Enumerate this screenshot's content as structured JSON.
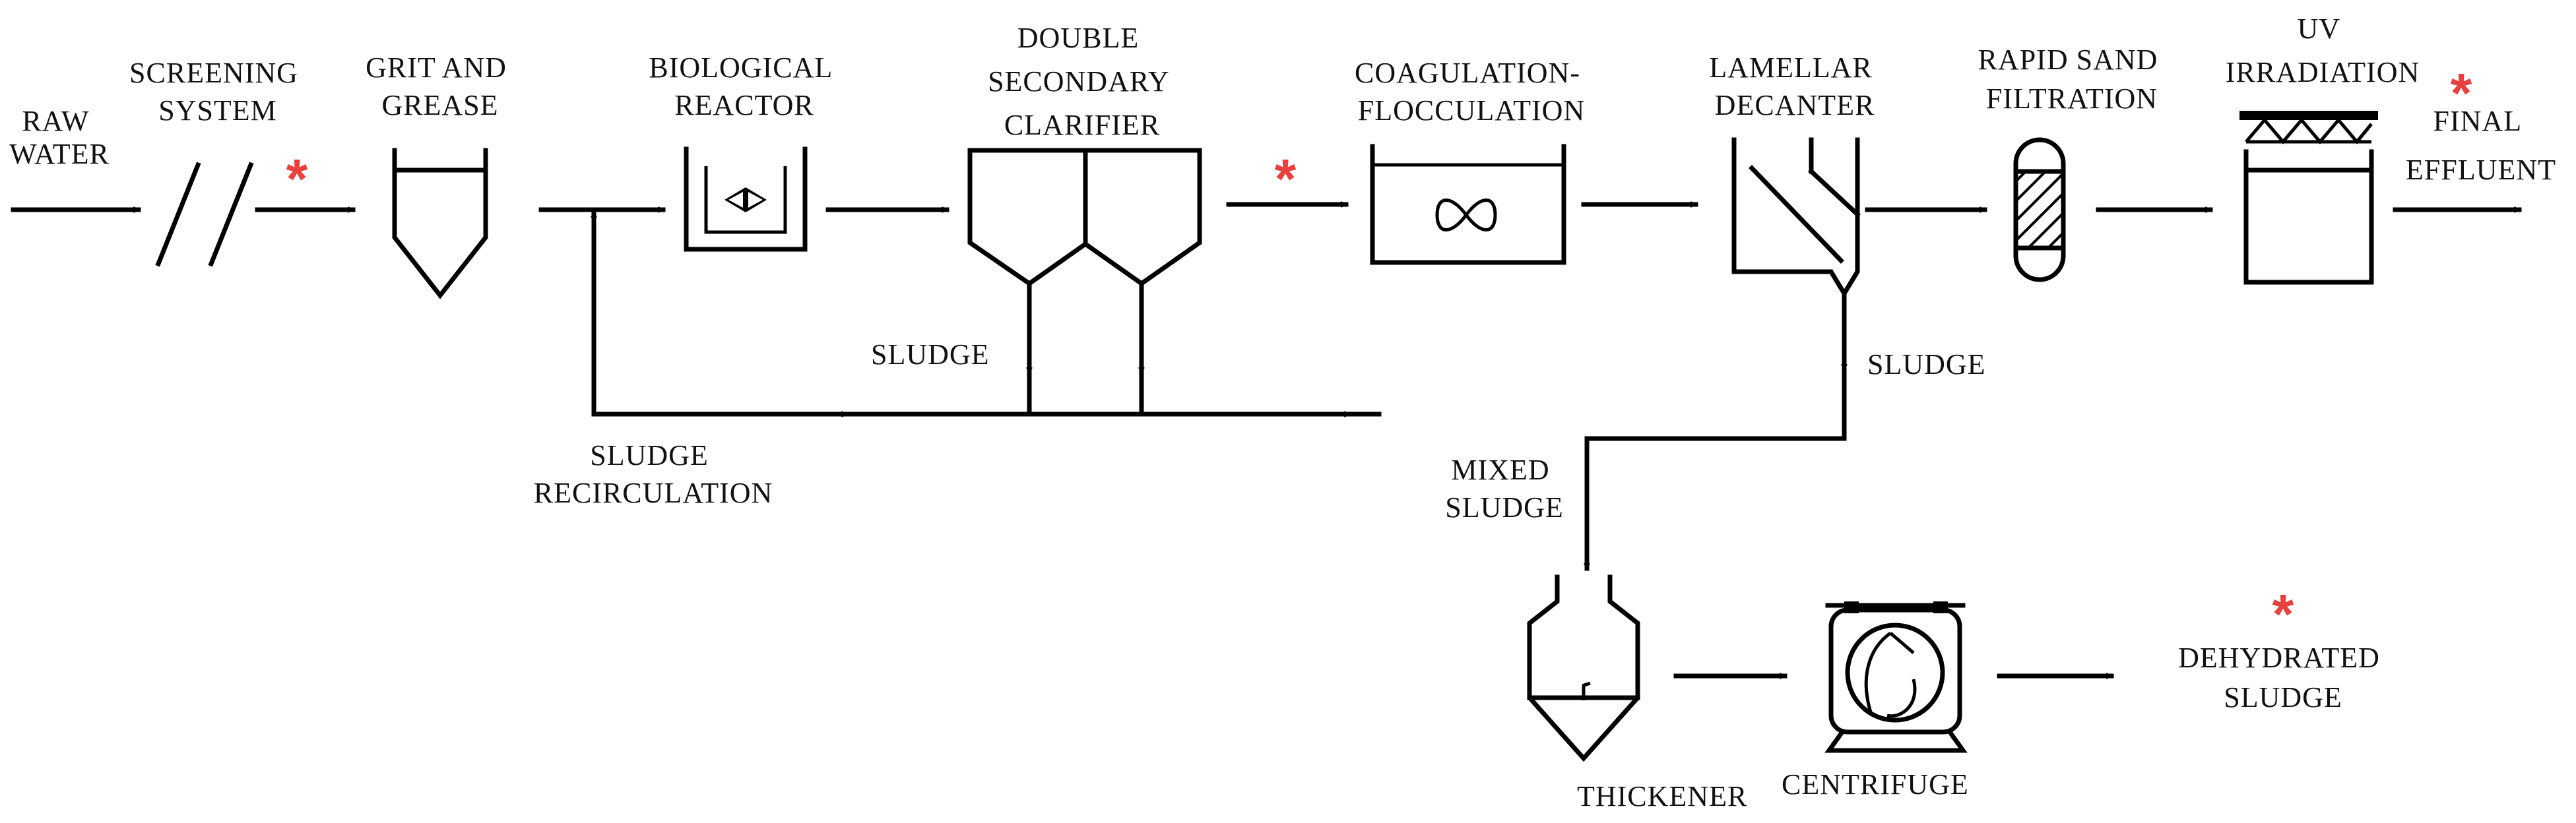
{
  "labels": {
    "raw_water": [
      "RAW",
      "WATER"
    ],
    "screening": [
      "SCREENING",
      "SYSTEM"
    ],
    "grit": [
      "GRIT AND",
      "GREASE"
    ],
    "bio": [
      "BIOLOGICAL",
      "REACTOR"
    ],
    "clarifier": [
      "DOUBLE",
      "SECONDARY",
      "CLARIFIER"
    ],
    "coag": [
      "COAGULATION-",
      "FLOCCULATION"
    ],
    "lamellar": [
      "LAMELLAR",
      "DECANTER"
    ],
    "sand": [
      "RAPID SAND",
      "FILTRATION"
    ],
    "uv": [
      "UV",
      "IRRADIATION"
    ],
    "final": [
      "FINAL",
      "EFFLUENT"
    ],
    "sludge_left": "SLUDGE",
    "sludge_right": "SLUDGE",
    "recirc": [
      "SLUDGE",
      "RECIRCULATION"
    ],
    "mixed": [
      "MIXED",
      "SLUDGE"
    ],
    "thickener": "THICKENER",
    "centrifuge": "CENTRIFUGE",
    "dehydrated": [
      "DEHYDRATED",
      "SLUDGE"
    ]
  },
  "markers": {
    "sampling_point": "*"
  },
  "colors": {
    "line": "#000000",
    "sampling_point": "#e8403c"
  }
}
